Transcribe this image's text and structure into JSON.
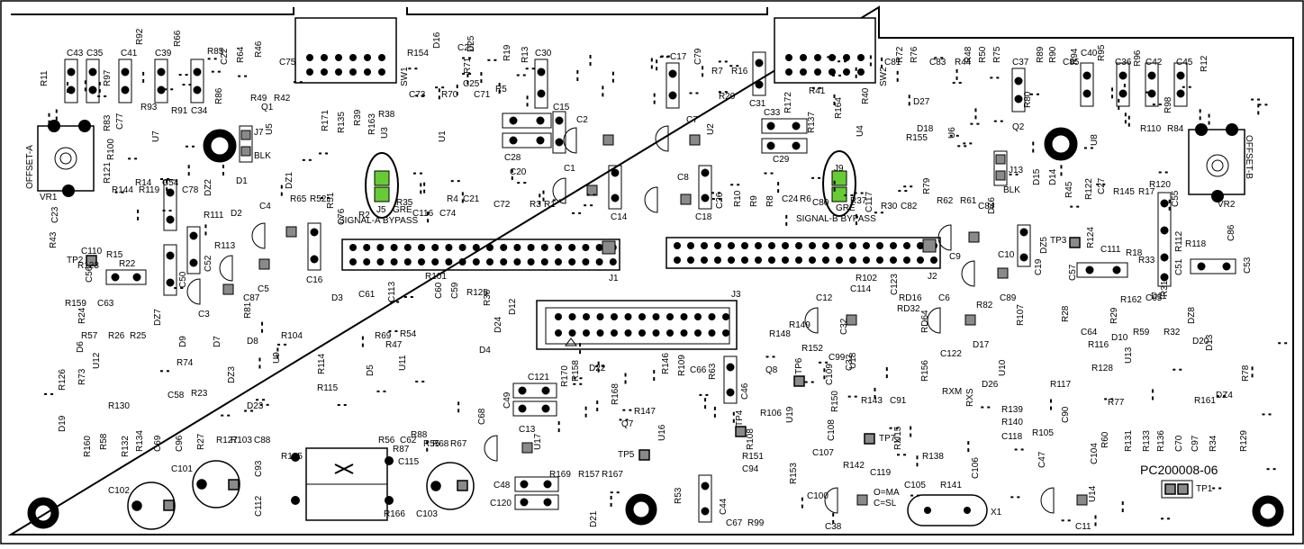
{
  "board": {
    "part_number": "PC200008-06",
    "colors": {
      "outline": "#000000",
      "jumper_green": "#66cc33",
      "pad_gray": "#8a8a8a"
    }
  },
  "headers": {
    "j1": "J1",
    "j2": "J2",
    "j3": "J3",
    "j5": "J5",
    "j9": "J9",
    "j7": "J7",
    "j13": "J13"
  },
  "bypass": {
    "a": {
      "label": "SIGNAL-A BYPASS",
      "gre": "GRE"
    },
    "b": {
      "label": "SIGNAL-B BYPASS",
      "gre": "GRE"
    }
  },
  "pots": {
    "vr1": "VR1",
    "vr2": "VR2",
    "offset_a": "OFFSET-A",
    "offset_b": "OFFSET-B"
  },
  "switches": {
    "sw1": "SW1",
    "sw2": "SW2"
  },
  "test_points": {
    "tp1": "TP1",
    "tp2": "TP2",
    "tp3": "TP3",
    "tp4": "TP4",
    "tp5": "TP5",
    "tp6": "TP6",
    "tp7": "TP7"
  },
  "misc": {
    "blk1": "BLK",
    "blk2": "BLK",
    "x1": "X1",
    "oma": "O=MA",
    "csl": "C=SL",
    "rxm": "RXM",
    "rxs": "RXS"
  },
  "labels": [
    {
      "t": "C43"
    },
    {
      "t": "C35"
    },
    {
      "t": "C41"
    },
    {
      "t": "R92"
    },
    {
      "t": "C39"
    },
    {
      "t": "R66"
    },
    {
      "t": "R85"
    },
    {
      "t": "C22"
    },
    {
      "t": "R64"
    },
    {
      "t": "R46"
    },
    {
      "t": "C75"
    },
    {
      "t": "R97"
    },
    {
      "t": "R11"
    },
    {
      "t": "R93"
    },
    {
      "t": "R91"
    },
    {
      "t": "C34"
    },
    {
      "t": "R86"
    },
    {
      "t": "R49"
    },
    {
      "t": "R42"
    },
    {
      "t": "Q1"
    },
    {
      "t": "R154"
    },
    {
      "t": "D16"
    },
    {
      "t": "C25"
    },
    {
      "t": "D25"
    },
    {
      "t": "R19"
    },
    {
      "t": "R13"
    },
    {
      "t": "C30"
    },
    {
      "t": "R71"
    },
    {
      "t": "C73"
    },
    {
      "t": "R70"
    },
    {
      "t": "C71"
    },
    {
      "t": "R5"
    },
    {
      "t": "C17"
    },
    {
      "t": "C79"
    },
    {
      "t": "R7"
    },
    {
      "t": "R16"
    },
    {
      "t": "R20"
    },
    {
      "t": "C31"
    },
    {
      "t": "C81"
    },
    {
      "t": "R72"
    },
    {
      "t": "R76"
    },
    {
      "t": "C83"
    },
    {
      "t": "R44"
    },
    {
      "t": "R48"
    },
    {
      "t": "R50"
    },
    {
      "t": "R75"
    },
    {
      "t": "C25"
    },
    {
      "t": "C37"
    },
    {
      "t": "R89"
    },
    {
      "t": "R90"
    },
    {
      "t": "C85"
    },
    {
      "t": "R94"
    },
    {
      "t": "C40"
    },
    {
      "t": "R95"
    },
    {
      "t": "C36"
    },
    {
      "t": "R96"
    },
    {
      "t": "C42"
    },
    {
      "t": "C45"
    },
    {
      "t": "R12"
    },
    {
      "t": "R98"
    },
    {
      "t": "R80"
    },
    {
      "t": "R171"
    },
    {
      "t": "R135"
    },
    {
      "t": "R39"
    },
    {
      "t": "R163"
    },
    {
      "t": "R38"
    },
    {
      "t": "C32"
    },
    {
      "t": "C28"
    },
    {
      "t": "C15"
    },
    {
      "t": "C2"
    },
    {
      "t": "C7"
    },
    {
      "t": "C33"
    },
    {
      "t": "C29"
    },
    {
      "t": "R172"
    },
    {
      "t": "R137"
    },
    {
      "t": "R164"
    },
    {
      "t": "R41"
    },
    {
      "t": "R40"
    },
    {
      "t": "D27"
    },
    {
      "t": "D18"
    },
    {
      "t": "R155"
    },
    {
      "t": "Q2"
    },
    {
      "t": "R110"
    },
    {
      "t": "R84"
    },
    {
      "t": "R83"
    },
    {
      "t": "C77"
    },
    {
      "t": "R100"
    },
    {
      "t": "R121"
    },
    {
      "t": "R144"
    },
    {
      "t": "R14"
    },
    {
      "t": "R119"
    },
    {
      "t": "C54"
    },
    {
      "t": "C78"
    },
    {
      "t": "DZ2"
    },
    {
      "t": "D1"
    },
    {
      "t": "DZ1"
    },
    {
      "t": "R111"
    },
    {
      "t": "D2"
    },
    {
      "t": "R65"
    },
    {
      "t": "R52"
    },
    {
      "t": "R51"
    },
    {
      "t": "C76"
    },
    {
      "t": "R2"
    },
    {
      "t": "R35"
    },
    {
      "t": "C116"
    },
    {
      "t": "C74"
    },
    {
      "t": "R4"
    },
    {
      "t": "C21"
    },
    {
      "t": "C20"
    },
    {
      "t": "C1"
    },
    {
      "t": "C72"
    },
    {
      "t": "R3"
    },
    {
      "t": "R1"
    },
    {
      "t": "C14"
    },
    {
      "t": "C8"
    },
    {
      "t": "C18"
    },
    {
      "t": "C26"
    },
    {
      "t": "R10"
    },
    {
      "t": "R9"
    },
    {
      "t": "R8"
    },
    {
      "t": "C24"
    },
    {
      "t": "R6"
    },
    {
      "t": "C80"
    },
    {
      "t": "R37"
    },
    {
      "t": "C117"
    },
    {
      "t": "R30"
    },
    {
      "t": "C82"
    },
    {
      "t": "R79"
    },
    {
      "t": "D15"
    },
    {
      "t": "D14"
    },
    {
      "t": "R45"
    },
    {
      "t": "R122"
    },
    {
      "t": "C27"
    },
    {
      "t": "R145"
    },
    {
      "t": "R17"
    },
    {
      "t": "R120"
    },
    {
      "t": "C55"
    },
    {
      "t": "C23"
    },
    {
      "t": "C4"
    },
    {
      "t": "R43"
    },
    {
      "t": "C110"
    },
    {
      "t": "R15"
    },
    {
      "t": "R113"
    },
    {
      "t": "C5"
    },
    {
      "t": "R123"
    },
    {
      "t": "R22"
    },
    {
      "t": "C56"
    },
    {
      "t": "C52"
    },
    {
      "t": "C50"
    },
    {
      "t": "C16"
    },
    {
      "t": "C87"
    },
    {
      "t": "C3"
    },
    {
      "t": "R62"
    },
    {
      "t": "R61"
    },
    {
      "t": "C84"
    },
    {
      "t": "DZ6"
    },
    {
      "t": "C9"
    },
    {
      "t": "C10"
    },
    {
      "t": "C19"
    },
    {
      "t": "DZ5"
    },
    {
      "t": "R124"
    },
    {
      "t": "C111"
    },
    {
      "t": "R18"
    },
    {
      "t": "R112"
    },
    {
      "t": "R118"
    },
    {
      "t": "C86"
    },
    {
      "t": "R33"
    },
    {
      "t": "C51"
    },
    {
      "t": "C53"
    },
    {
      "t": "C57"
    },
    {
      "t": "C89"
    },
    {
      "t": "R31"
    },
    {
      "t": "D11"
    },
    {
      "t": "R101"
    },
    {
      "t": "R102"
    },
    {
      "t": "C123"
    },
    {
      "t": "RD16"
    },
    {
      "t": "RD32"
    },
    {
      "t": "C114"
    },
    {
      "t": "R159"
    },
    {
      "t": "C63"
    },
    {
      "t": "D3"
    },
    {
      "t": "C61"
    },
    {
      "t": "C113"
    },
    {
      "t": "C60"
    },
    {
      "t": "C59"
    },
    {
      "t": "R125"
    },
    {
      "t": "R36"
    },
    {
      "t": "D12"
    },
    {
      "t": "D24"
    },
    {
      "t": "C12"
    },
    {
      "t": "C32"
    },
    {
      "t": "C6"
    },
    {
      "t": "R82"
    },
    {
      "t": "RD64"
    },
    {
      "t": "R107"
    },
    {
      "t": "R28"
    },
    {
      "t": "C64"
    },
    {
      "t": "R29"
    },
    {
      "t": "R162"
    },
    {
      "t": "C65"
    },
    {
      "t": "R59"
    },
    {
      "t": "R32"
    },
    {
      "t": "DZ8"
    },
    {
      "t": "R24"
    },
    {
      "t": "R57"
    },
    {
      "t": "R26"
    },
    {
      "t": "R25"
    },
    {
      "t": "DZ7"
    },
    {
      "t": "R81"
    },
    {
      "t": "R104"
    },
    {
      "t": "D6"
    },
    {
      "t": "D9"
    },
    {
      "t": "D7"
    },
    {
      "t": "D8"
    },
    {
      "t": "R74"
    },
    {
      "t": "R69"
    },
    {
      "t": "R54"
    },
    {
      "t": "R47"
    },
    {
      "t": "D4"
    },
    {
      "t": "R149"
    },
    {
      "t": "R148"
    },
    {
      "t": "R152"
    },
    {
      "t": "C99"
    },
    {
      "t": "Q8"
    },
    {
      "t": "U18"
    },
    {
      "t": "C122"
    },
    {
      "t": "D17"
    },
    {
      "t": "R116"
    },
    {
      "t": "D10"
    },
    {
      "t": "D20"
    },
    {
      "t": "D13"
    },
    {
      "t": "R78"
    },
    {
      "t": "R128"
    },
    {
      "t": "DZ4"
    },
    {
      "t": "R126"
    },
    {
      "t": "R73"
    },
    {
      "t": "C58"
    },
    {
      "t": "R23"
    },
    {
      "t": "DZ3"
    },
    {
      "t": "D23"
    },
    {
      "t": "R114"
    },
    {
      "t": "R115"
    },
    {
      "t": "D5"
    },
    {
      "t": "C121"
    },
    {
      "t": "R170"
    },
    {
      "t": "R158"
    },
    {
      "t": "D22"
    },
    {
      "t": "R146"
    },
    {
      "t": "R109"
    },
    {
      "t": "C66"
    },
    {
      "t": "R63"
    },
    {
      "t": "C46"
    },
    {
      "t": "C49"
    },
    {
      "t": "R168"
    },
    {
      "t": "R156"
    },
    {
      "t": "C109"
    },
    {
      "t": "D26"
    },
    {
      "t": "R117"
    },
    {
      "t": "R77"
    },
    {
      "t": "R161"
    },
    {
      "t": "R130"
    },
    {
      "t": "D19"
    },
    {
      "t": "R160"
    },
    {
      "t": "R58"
    },
    {
      "t": "R132"
    },
    {
      "t": "R134"
    },
    {
      "t": "C69"
    },
    {
      "t": "C96"
    },
    {
      "t": "R27"
    },
    {
      "t": "R127"
    },
    {
      "t": "C68"
    },
    {
      "t": "R103"
    },
    {
      "t": "C88"
    },
    {
      "t": "R56"
    },
    {
      "t": "C62"
    },
    {
      "t": "R88"
    },
    {
      "t": "R55"
    },
    {
      "t": "R68"
    },
    {
      "t": "R67"
    },
    {
      "t": "R87"
    },
    {
      "t": "C13"
    },
    {
      "t": "R147"
    },
    {
      "t": "Q7"
    },
    {
      "t": "R106"
    },
    {
      "t": "R108"
    },
    {
      "t": "R151"
    },
    {
      "t": "C94"
    },
    {
      "t": "R150"
    },
    {
      "t": "R143"
    },
    {
      "t": "C91"
    },
    {
      "t": "C108"
    },
    {
      "t": "C107"
    },
    {
      "t": "R139"
    },
    {
      "t": "R140"
    },
    {
      "t": "C118"
    },
    {
      "t": "C90"
    },
    {
      "t": "R105"
    },
    {
      "t": "C101"
    },
    {
      "t": "C102"
    },
    {
      "t": "R165"
    },
    {
      "t": "C93"
    },
    {
      "t": "C112"
    },
    {
      "t": "C115"
    },
    {
      "t": "R166"
    },
    {
      "t": "C103"
    },
    {
      "t": "C48"
    },
    {
      "t": "C120"
    },
    {
      "t": "R169"
    },
    {
      "t": "R157"
    },
    {
      "t": "R167"
    },
    {
      "t": "D21"
    },
    {
      "t": "R53"
    },
    {
      "t": "C44"
    },
    {
      "t": "C67"
    },
    {
      "t": "R99"
    },
    {
      "t": "R153"
    },
    {
      "t": "R142"
    },
    {
      "t": "C119"
    },
    {
      "t": "RX"
    },
    {
      "t": "R138"
    },
    {
      "t": "R141"
    },
    {
      "t": "C106"
    },
    {
      "t": "C100"
    },
    {
      "t": "C38"
    },
    {
      "t": "C105"
    },
    {
      "t": "C47"
    },
    {
      "t": "C104"
    },
    {
      "t": "R60"
    },
    {
      "t": "R131"
    },
    {
      "t": "R133"
    },
    {
      "t": "R136"
    },
    {
      "t": "C70"
    },
    {
      "t": "C97"
    },
    {
      "t": "R34"
    },
    {
      "t": "R129"
    },
    {
      "t": "C11"
    },
    {
      "t": "U1"
    },
    {
      "t": "U2"
    },
    {
      "t": "U3"
    },
    {
      "t": "U4"
    },
    {
      "t": "U5"
    },
    {
      "t": "U6"
    },
    {
      "t": "U7"
    },
    {
      "t": "U8"
    },
    {
      "t": "U9"
    },
    {
      "t": "U10"
    },
    {
      "t": "U11"
    },
    {
      "t": "U12"
    },
    {
      "t": "U13"
    },
    {
      "t": "U14"
    },
    {
      "t": "U15"
    },
    {
      "t": "U16"
    },
    {
      "t": "U17"
    },
    {
      "t": "U19"
    }
  ]
}
